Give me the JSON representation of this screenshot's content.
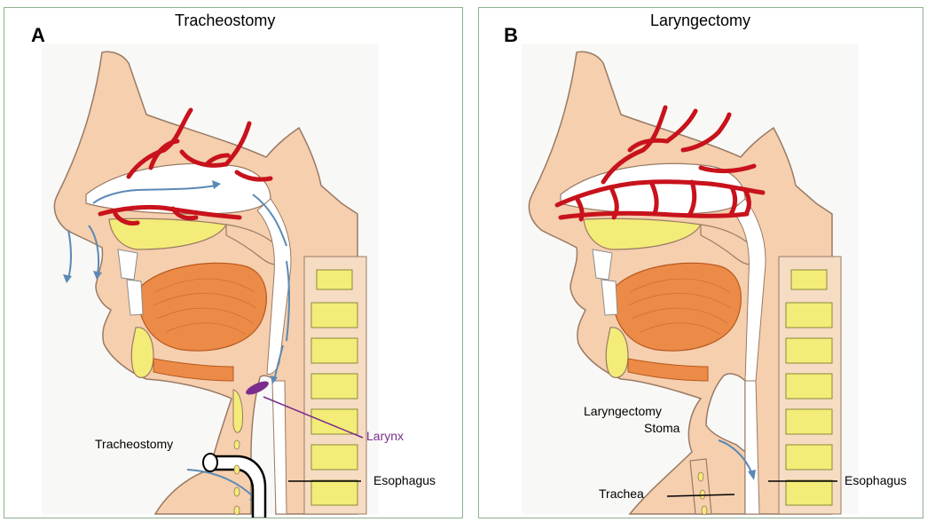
{
  "panels": [
    {
      "letter": "A",
      "title": "Tracheostomy",
      "labels": {
        "larynx": "Larynx",
        "tracheostomy": "Tracheostomy",
        "esophagus": "Esophagus"
      }
    },
    {
      "letter": "B",
      "title": "Laryngectomy",
      "labels": {
        "stoma_line1": "Laryngectomy",
        "stoma_line2": "Stoma",
        "trachea": "Trachea",
        "esophagus": "Esophagus"
      }
    }
  ],
  "colors": {
    "skin": "#f5cfae",
    "tissue_outline": "#9a7a64",
    "vessels": "#c8121c",
    "airflow": "#5b89b5",
    "tongue": "#ec8a47",
    "bone": "#f3ec78",
    "larynx": "#7b2d8e"
  }
}
